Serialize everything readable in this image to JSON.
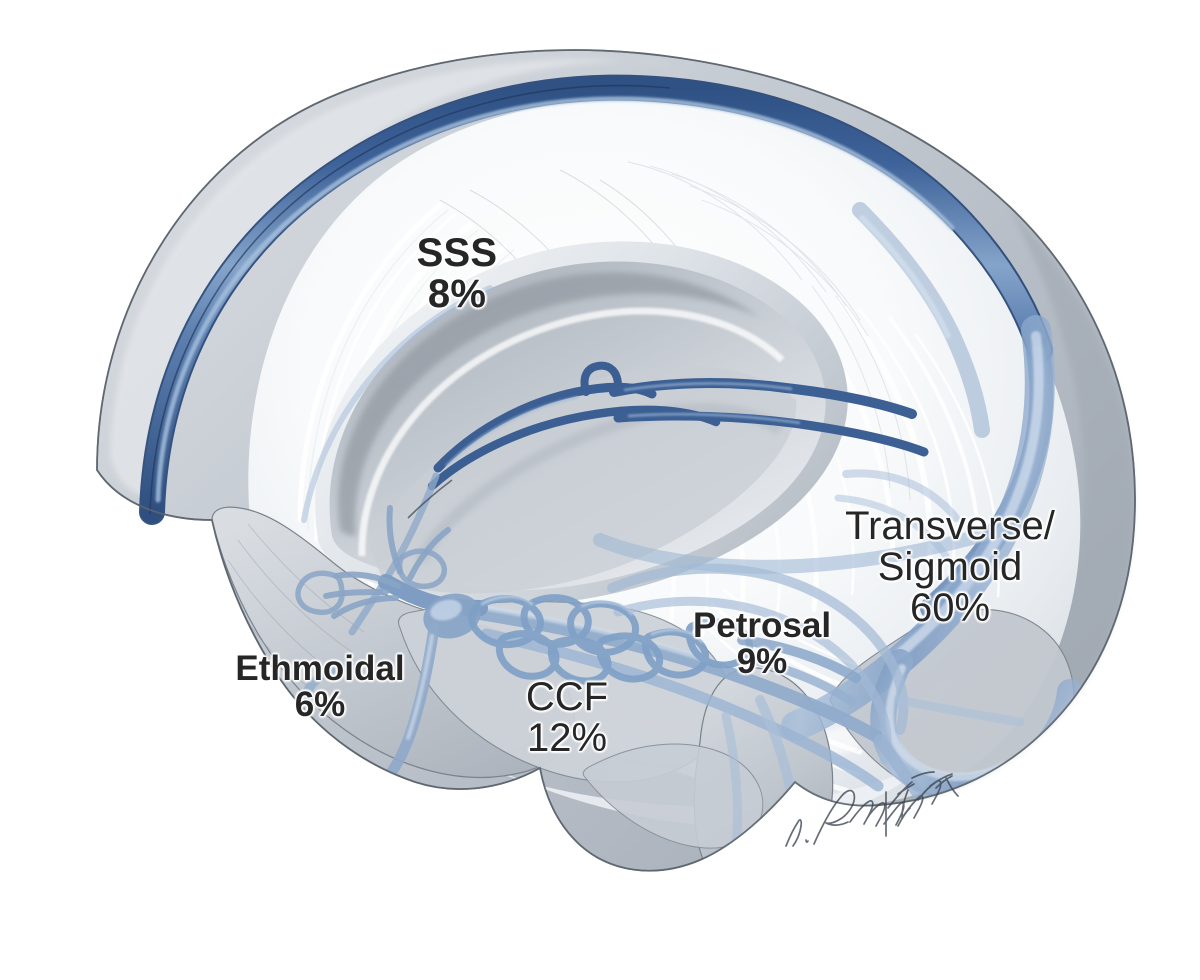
{
  "illustration": {
    "title": "Sagittal view of cranial dura mater and dural venous sinuses showing distribution of dural arteriovenous fistula locations",
    "subject": "dural-venous-sinus-anatomy",
    "view": "mid-sagittal, left lateral oblique",
    "background_color": "#ffffff"
  },
  "palette": {
    "background": "#ffffff",
    "dura_grey": "#c9ced4",
    "dura_grey_dark": "#9aa1a9",
    "dura_white": "#fbfcfd",
    "tentorium_shadow": "#b3b9c0",
    "sinus_blue_dark": "#3a5f95",
    "sinus_blue": "#4a6fa5",
    "sinus_blue_light": "#8fa9c9",
    "vein_pale_blue": "#b8cade",
    "outline": "#4a4f57",
    "label_text": "#262626",
    "label_halo": "#ffffff"
  },
  "labels": [
    {
      "id": "sss",
      "name": "SSS",
      "percent": "8%",
      "full_name": "Superior sagittal sinus"
    },
    {
      "id": "transverse",
      "name": "Transverse/Sigmoid",
      "percent": "60%",
      "full_name": "Transverse / sigmoid sinus",
      "line1": "Transverse/",
      "line2": "Sigmoid"
    },
    {
      "id": "petrosal",
      "name": "Petrosal",
      "percent": "9%",
      "full_name": "Petrosal sinus"
    },
    {
      "id": "ethmoidal",
      "name": "Ethmoidal",
      "percent": "6%",
      "full_name": "Ethmoidal region"
    },
    {
      "id": "ccf",
      "name": "CCF",
      "percent": "12%",
      "full_name": "Carotid cavernous fistula"
    }
  ],
  "label_sss": {
    "name": "SSS",
    "percent": "8%"
  },
  "label_transverse": {
    "line1": "Transverse/",
    "line2": "Sigmoid",
    "percent": "60%"
  },
  "label_petrosal": {
    "name": "Petrosal",
    "percent": "9%"
  },
  "label_ethmoidal": {
    "name": "Ethmoidal",
    "percent": "6%"
  },
  "label_ccf": {
    "name": "CCF",
    "percent": "12%"
  },
  "chart_data": {
    "type": "pie",
    "title": "Distribution of dural arteriovenous fistula locations",
    "categories": [
      "Transverse/Sigmoid",
      "CCF",
      "Petrosal",
      "SSS",
      "Ethmoidal"
    ],
    "values": [
      60,
      12,
      9,
      8,
      6
    ],
    "value_labels": [
      "60%",
      "12%",
      "9%",
      "8%",
      "6%"
    ],
    "units": "percent",
    "xlabel": "",
    "ylabel": "",
    "legend": "annotated directly on anatomy",
    "grid": false
  },
  "anatomy_features": [
    {
      "id": "superior-sagittal-sinus",
      "label": "SSS",
      "color": "#4a6fa5"
    },
    {
      "id": "torcular-herophili",
      "label": "Torcula",
      "color": "#5b7cae"
    },
    {
      "id": "transverse-sinus",
      "label": "Transverse sinus",
      "color": "#8fa9c9"
    },
    {
      "id": "sigmoid-sinus",
      "label": "Sigmoid sinus",
      "color": "#8fa9c9"
    },
    {
      "id": "tentorium-cerebelli",
      "label": "Tentorium cerebelli",
      "color": "#e9ecef"
    },
    {
      "id": "falx-cerebri",
      "label": "Falx cerebri",
      "color": "#f3f5f7"
    },
    {
      "id": "tentorial-incisura",
      "label": "Tentorial incisura",
      "color": "#b3b9c0"
    },
    {
      "id": "internal-cerebral-vein",
      "label": "Internal cerebral vein",
      "color": "#3a5f95"
    },
    {
      "id": "vein-of-galen",
      "label": "Vein of Galen",
      "color": "#3a5f95"
    },
    {
      "id": "straight-sinus",
      "label": "Straight sinus",
      "color": "#4a6fa5"
    },
    {
      "id": "cavernous-sinus-plexus",
      "label": "Cavernous sinus venous plexus",
      "color": "#7e9bc0"
    },
    {
      "id": "superior-petrosal-sinus",
      "label": "Superior petrosal sinus",
      "color": "#8fa9c9"
    },
    {
      "id": "inferior-petrosal-sinus",
      "label": "Inferior petrosal sinus",
      "color": "#9db4cf"
    },
    {
      "id": "ethmoidal-veins",
      "label": "Ethmoidal veins",
      "color": "#9db4cf"
    },
    {
      "id": "clival-venous-plexus",
      "label": "Clival venous plexus",
      "color": "#a9bed6"
    }
  ],
  "signature": {
    "present": true,
    "style": "handwritten cursive",
    "description": "artist signature, lower right of specimen"
  }
}
